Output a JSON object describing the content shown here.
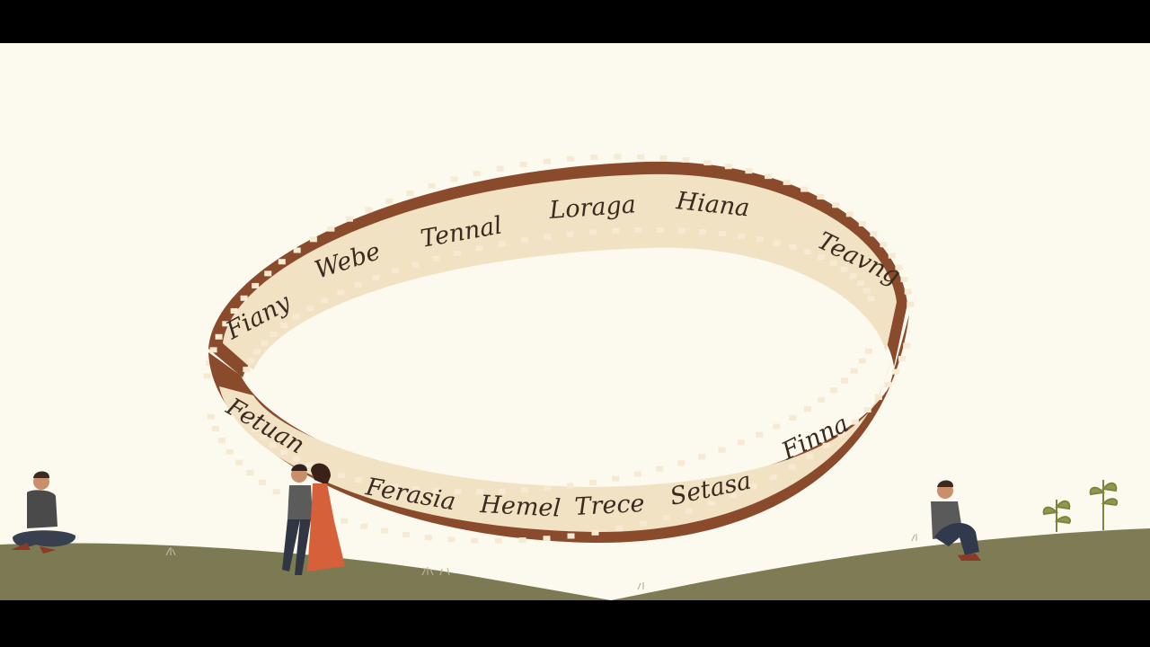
{
  "scene": {
    "colors": {
      "background": "#fcf9ef",
      "film": "#8a4a2c",
      "frame_fill": "#f1e2c4",
      "ground": "#7c7a52",
      "dress": "#d6603a"
    },
    "back_frames": [
      {
        "label": "Fiany"
      },
      {
        "label": "Webe"
      },
      {
        "label": "Tennal"
      },
      {
        "label": "Loraga"
      },
      {
        "label": "Hiana"
      },
      {
        "label": "Teavng"
      }
    ],
    "front_frames": [
      {
        "label": "Fetuan"
      },
      {
        "label": "Ferasia"
      },
      {
        "label": "Hemel"
      },
      {
        "label": "Trece"
      },
      {
        "label": "Setasa"
      },
      {
        "label": "Finna"
      }
    ]
  }
}
